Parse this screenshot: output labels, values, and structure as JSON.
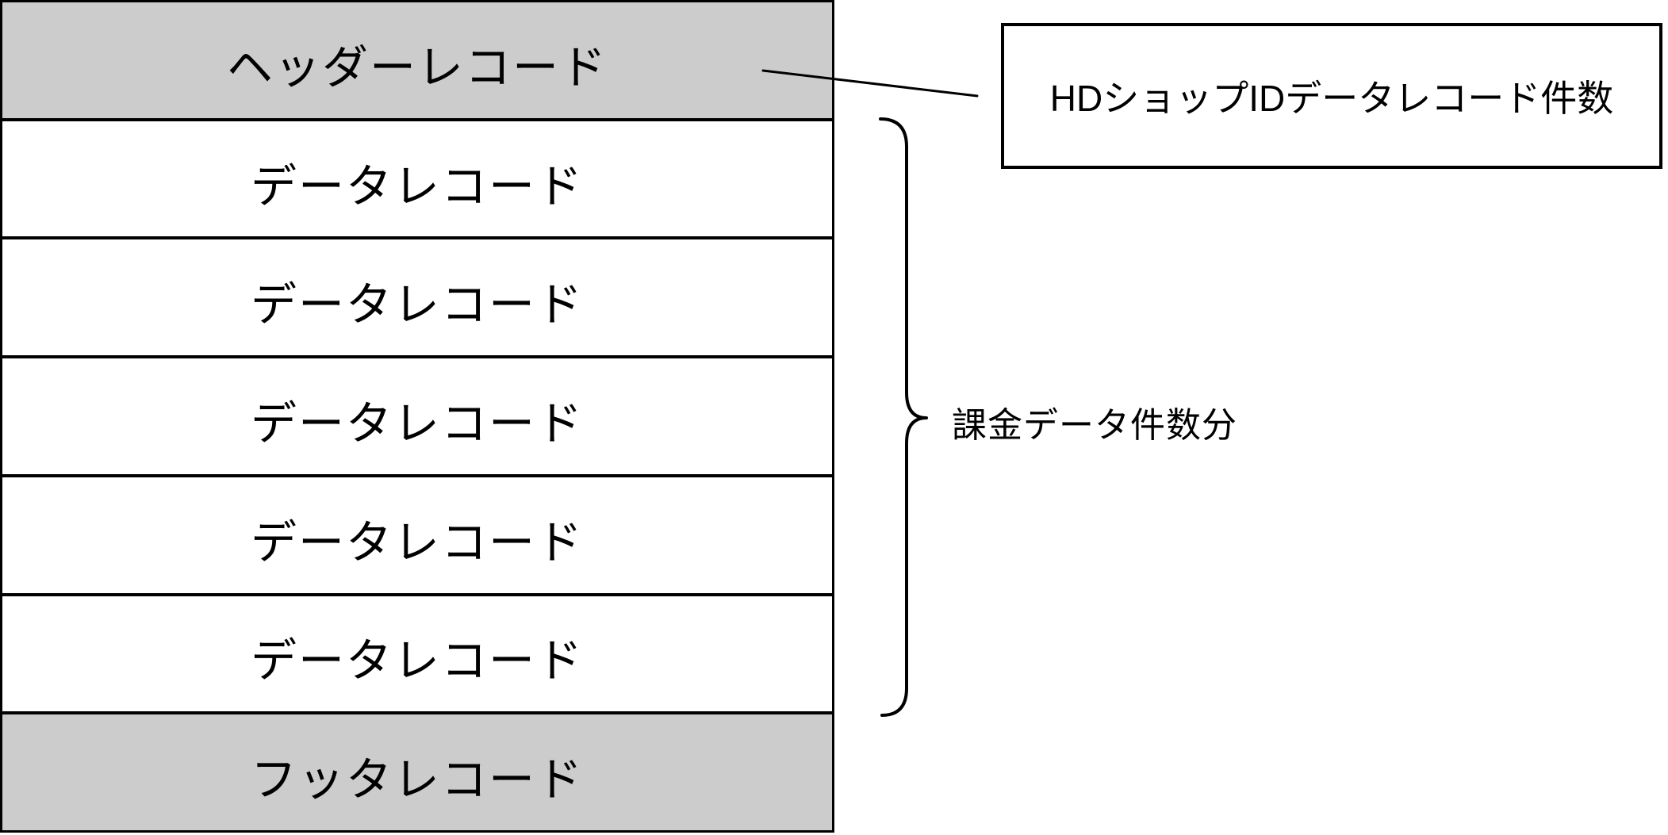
{
  "diagram": {
    "stack": {
      "rows": [
        {
          "label": "ヘッダーレコード",
          "type": "header",
          "shaded": true
        },
        {
          "label": "データレコード",
          "type": "data",
          "shaded": false
        },
        {
          "label": "データレコード",
          "type": "data",
          "shaded": false
        },
        {
          "label": "データレコード",
          "type": "data",
          "shaded": false
        },
        {
          "label": "データレコード",
          "type": "data",
          "shaded": false
        },
        {
          "label": "データレコード",
          "type": "data",
          "shaded": false
        },
        {
          "label": "フッタレコード",
          "type": "footer",
          "shaded": true
        }
      ]
    },
    "callout": {
      "text": "HDショップIDデータレコード件数"
    },
    "brace": {
      "label": "課金データ件数分"
    },
    "colors": {
      "shaded_row": "#cccccc",
      "line": "#000000",
      "background": "#ffffff"
    }
  }
}
